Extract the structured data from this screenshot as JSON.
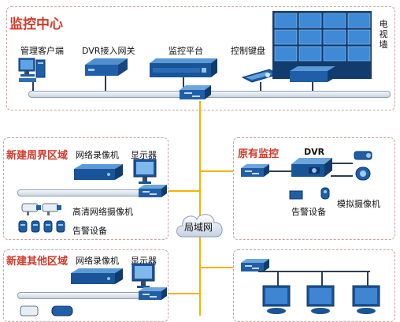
{
  "monitoring_center": {
    "title": "监控中心",
    "client_label": "管理客户端",
    "dvr_gateway_label": "DVR接入网关",
    "platform_label": "监控平台",
    "keyboard_label": "控制键盘",
    "wall_label": "电视墙"
  },
  "new_perimeter": {
    "title": "新建周界区域",
    "nvr_label": "网络录像机",
    "display_label": "显示器",
    "hd_camera_label": "高清网络摄像机",
    "alarm_label": "告警设备"
  },
  "existing": {
    "title": "原有监控",
    "dvr_label": "DVR",
    "alarm_label": "告警设备",
    "analog_camera_label": "模拟摄像机"
  },
  "new_other": {
    "title": "新建其他区域",
    "nvr_label": "网络录像机",
    "display_label": "显示器"
  },
  "lan_label": "局域网",
  "colors": {
    "title_red": "#d23a2a",
    "link_yellow": "#f2b300",
    "device_blue": "#1f5fa8"
  }
}
